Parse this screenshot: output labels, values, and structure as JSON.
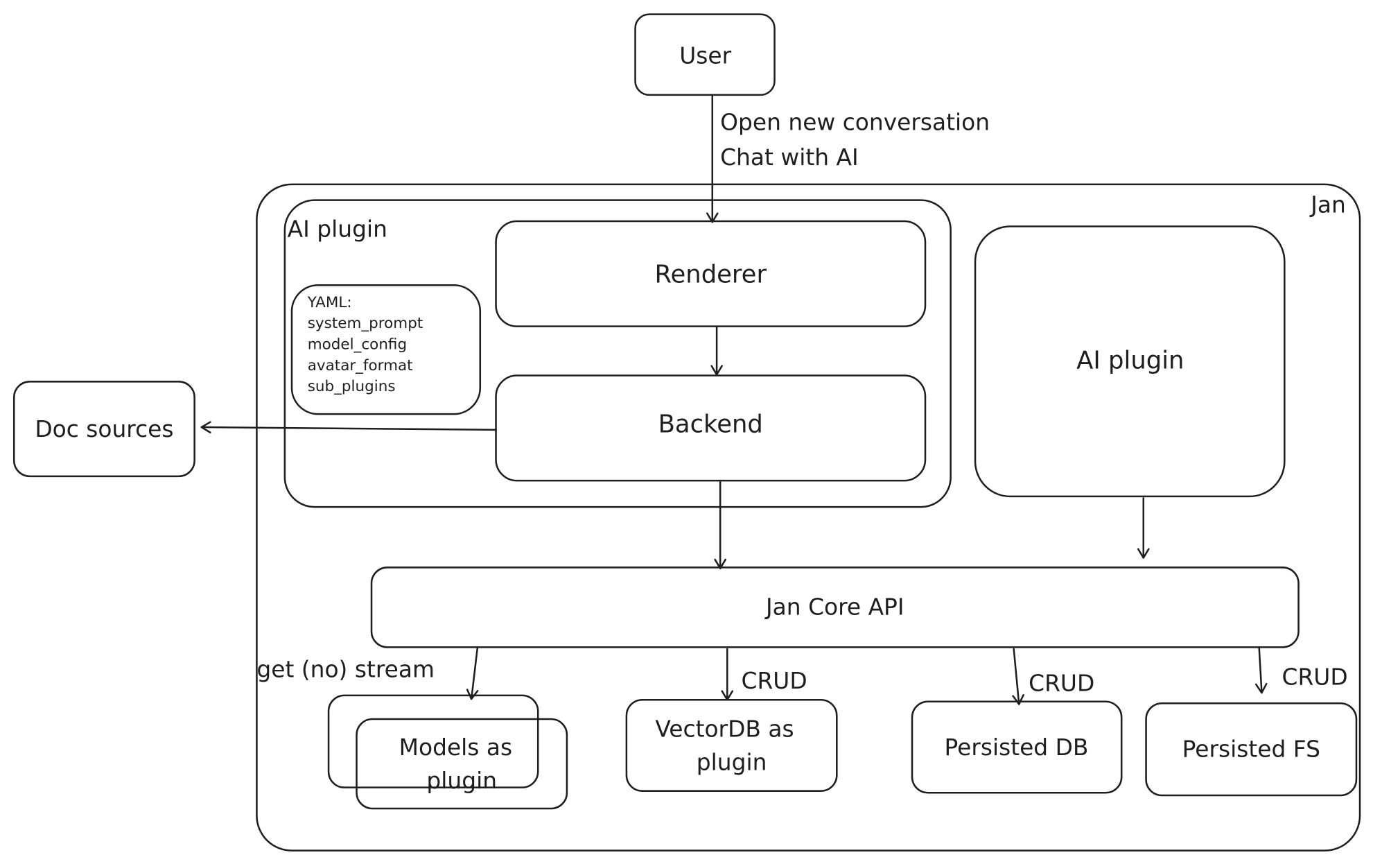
{
  "diagram": {
    "user": "User",
    "edge_user": [
      "Open new conversation",
      "Chat with AI"
    ],
    "jan": "Jan",
    "ai_plugin_container": "AI plugin",
    "renderer": "Renderer",
    "backend": "Backend",
    "yaml": [
      "YAML:",
      "system_prompt",
      "model_config",
      "avatar_format",
      "sub_plugins"
    ],
    "doc_sources": "Doc sources",
    "ai_plugin_right": "AI plugin",
    "core_api": "Jan Core API",
    "edge_models": "get (no) stream",
    "edge_crud": "CRUD",
    "models": [
      "Models as",
      "plugin"
    ],
    "vectordb": [
      "VectorDB as",
      "plugin"
    ],
    "persisted_db": "Persisted DB",
    "persisted_fs": "Persisted FS",
    "stroke_color": "#1e1e1e"
  }
}
